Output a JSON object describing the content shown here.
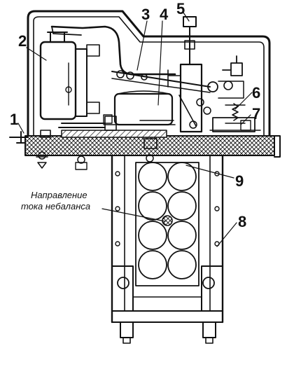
{
  "callouts": {
    "c1": "1",
    "c2": "2",
    "c3": "3",
    "c4": "4",
    "c5": "5",
    "c6": "6",
    "c7": "7",
    "c8": "8",
    "c9": "9"
  },
  "caption": {
    "line1": "Направление",
    "line2": "тока небаланса"
  },
  "colors": {
    "ink": "#111111",
    "paper": "#ffffff"
  }
}
